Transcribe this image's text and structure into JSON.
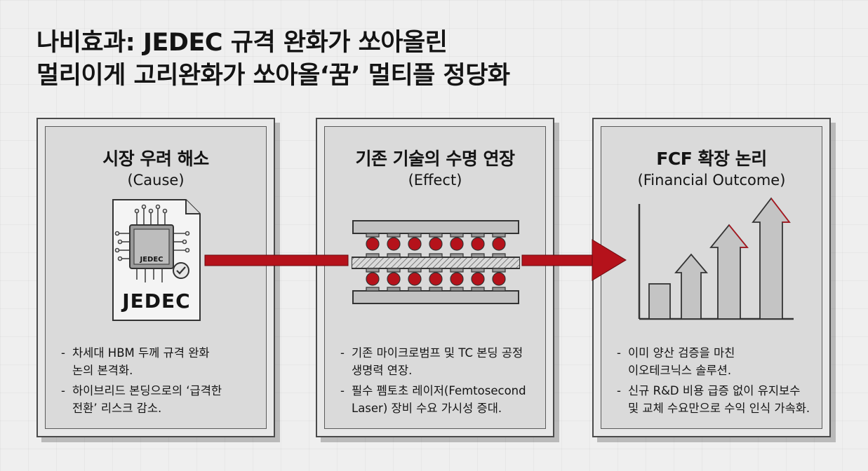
{
  "title": {
    "line1": "나비효과: JEDEC 규격 완화가 쏘아올린",
    "line2": "멀리이게 고리완화가 쏘아올‘꿈’ 멀티플 정당화"
  },
  "panels": [
    {
      "title": "시장 우려 해소",
      "subtitle": "(Cause)",
      "chip_label": "JEDEC",
      "doc_label": "JEDEC",
      "bullets": [
        {
          "line1": "차세대 HBM 두께 규격 완화",
          "line2": "논의 본격화."
        },
        {
          "line1": "하이브리드 본딩으로의 ‘급격한",
          "line2": "전환’ 리스크 감소."
        }
      ]
    },
    {
      "title": "기존 기술의 수명 연장",
      "subtitle": "(Effect)",
      "bullets": [
        {
          "line1": "기존 마이크로범프 및 TC 본딩 공정",
          "line2": "생명력 연장."
        },
        {
          "line1": "필수 펨토초 레이저(Femtosecond",
          "line2": "Laser) 장비 수요 가시성 증대."
        }
      ]
    },
    {
      "title": "FCF 확장 논리",
      "subtitle": "(Financial Outcome)",
      "bullets": [
        {
          "line1": "이미 양산 검증을 마친",
          "line2": "이오테크닉스 솔루션."
        },
        {
          "line1": "신규 R&D 비용 급증 없이 유지보수",
          "line2": "및 교체 수요만으로 수익 인식 가속화."
        }
      ]
    }
  ],
  "colors": {
    "accent_red": "#b5121b",
    "panel_border": "#4a4a4a",
    "bar_gray": "#c4c4c4"
  },
  "icons": [
    "document-icon",
    "chip-icon",
    "checkmark-icon",
    "bump-stack-icon",
    "growth-chart-icon"
  ]
}
